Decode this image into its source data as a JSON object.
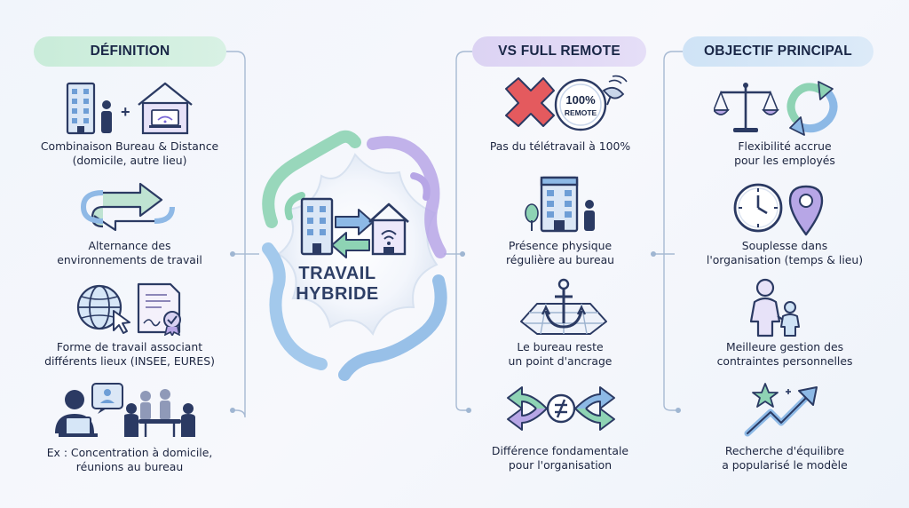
{
  "sections": {
    "definition": {
      "title": "DÉFINITION",
      "items": [
        {
          "lines": [
            "Combinaison Bureau & Distance",
            "(domicile, autre lieu)"
          ],
          "icons": [
            "office-building-icon",
            "person-icon",
            "plus-icon",
            "home-laptop-icon"
          ]
        },
        {
          "lines": [
            "Alternance des",
            "environnements de travail"
          ],
          "icons": [
            "alternating-arrows-icon"
          ]
        },
        {
          "lines": [
            "Forme de travail associant",
            "différents lieux (INSEE, EURES)"
          ],
          "icons": [
            "globe-cursor-icon",
            "certificate-document-icon"
          ]
        },
        {
          "lines": [
            "Ex : Concentration à domicile,",
            "réunions au bureau"
          ],
          "icons": [
            "video-call-icon",
            "meeting-table-icon"
          ]
        }
      ]
    },
    "center": {
      "title_line1": "TRAVAIL",
      "title_line2": "HYBRIDE",
      "icons": [
        "office-building-icon",
        "exchange-arrows-icon",
        "home-wifi-icon"
      ]
    },
    "vs_full_remote": {
      "title": "VS FULL REMOTE",
      "items": [
        {
          "lines": [
            "Pas du télétravail à 100%"
          ],
          "badge_line1": "100%",
          "badge_line2": "REMOTE",
          "icons": [
            "red-cross-icon",
            "remote-badge-icon",
            "satellite-dish-icon"
          ]
        },
        {
          "lines": [
            "Présence physique",
            "régulière au bureau"
          ],
          "icons": [
            "office-building-icon",
            "tree-icon",
            "person-icon"
          ]
        },
        {
          "lines": [
            "Le bureau reste",
            "un point d'ancrage"
          ],
          "icons": [
            "anchor-map-icon"
          ]
        },
        {
          "lines": [
            "Différence fondamentale",
            "pour l'organisation"
          ],
          "icons": [
            "diverging-arrows-not-equal-icon"
          ]
        }
      ]
    },
    "objectif": {
      "title": "OBJECTIF PRINCIPAL",
      "items": [
        {
          "lines": [
            "Flexibilité accrue",
            "pour les employés"
          ],
          "icons": [
            "balance-scale-icon",
            "refresh-cycle-icon"
          ]
        },
        {
          "lines": [
            "Souplesse dans",
            "l'organisation (temps & lieu)"
          ],
          "icons": [
            "clock-icon",
            "location-pin-icon"
          ]
        },
        {
          "lines": [
            "Meilleure gestion des",
            "contraintes personnelles"
          ],
          "icons": [
            "parent-child-icon"
          ]
        },
        {
          "lines": [
            "Recherche d'équilibre",
            "a popularisé le modèle"
          ],
          "icons": [
            "star-trend-up-icon"
          ]
        }
      ]
    }
  },
  "colors": {
    "green": "#8ed3b4",
    "purple": "#b7a6e6",
    "blue": "#8db9e6",
    "navy": "#2b3a63",
    "red": "#e45a5e",
    "connector": "#9db3cf"
  }
}
